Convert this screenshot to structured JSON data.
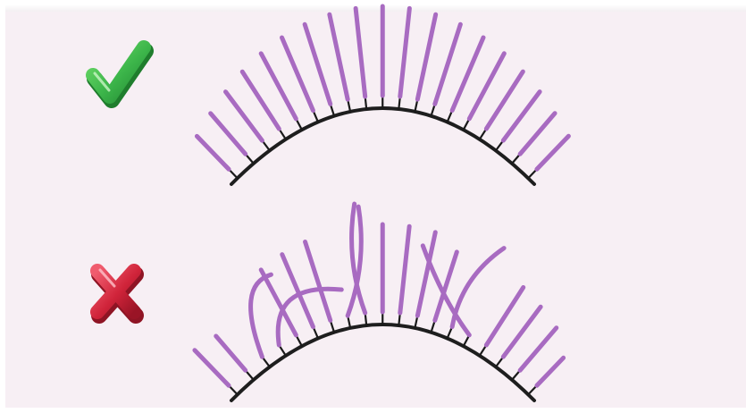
{
  "colors": {
    "background": "#f7eff4",
    "lash": "#a86bc1",
    "lash_base": "#1a1a1a",
    "lid_line": "#1e1e1e",
    "check": "#3cb54a",
    "check_shadow": "#1f7d2d",
    "cross": "#d0243a",
    "cross_shadow": "#8f1424"
  },
  "icons": {
    "correct": "check-mark-icon",
    "incorrect": "cross-mark-icon"
  },
  "examples": [
    {
      "id": "correct",
      "state": "even lash fan"
    },
    {
      "id": "incorrect",
      "state": "crossed lashes"
    }
  ]
}
